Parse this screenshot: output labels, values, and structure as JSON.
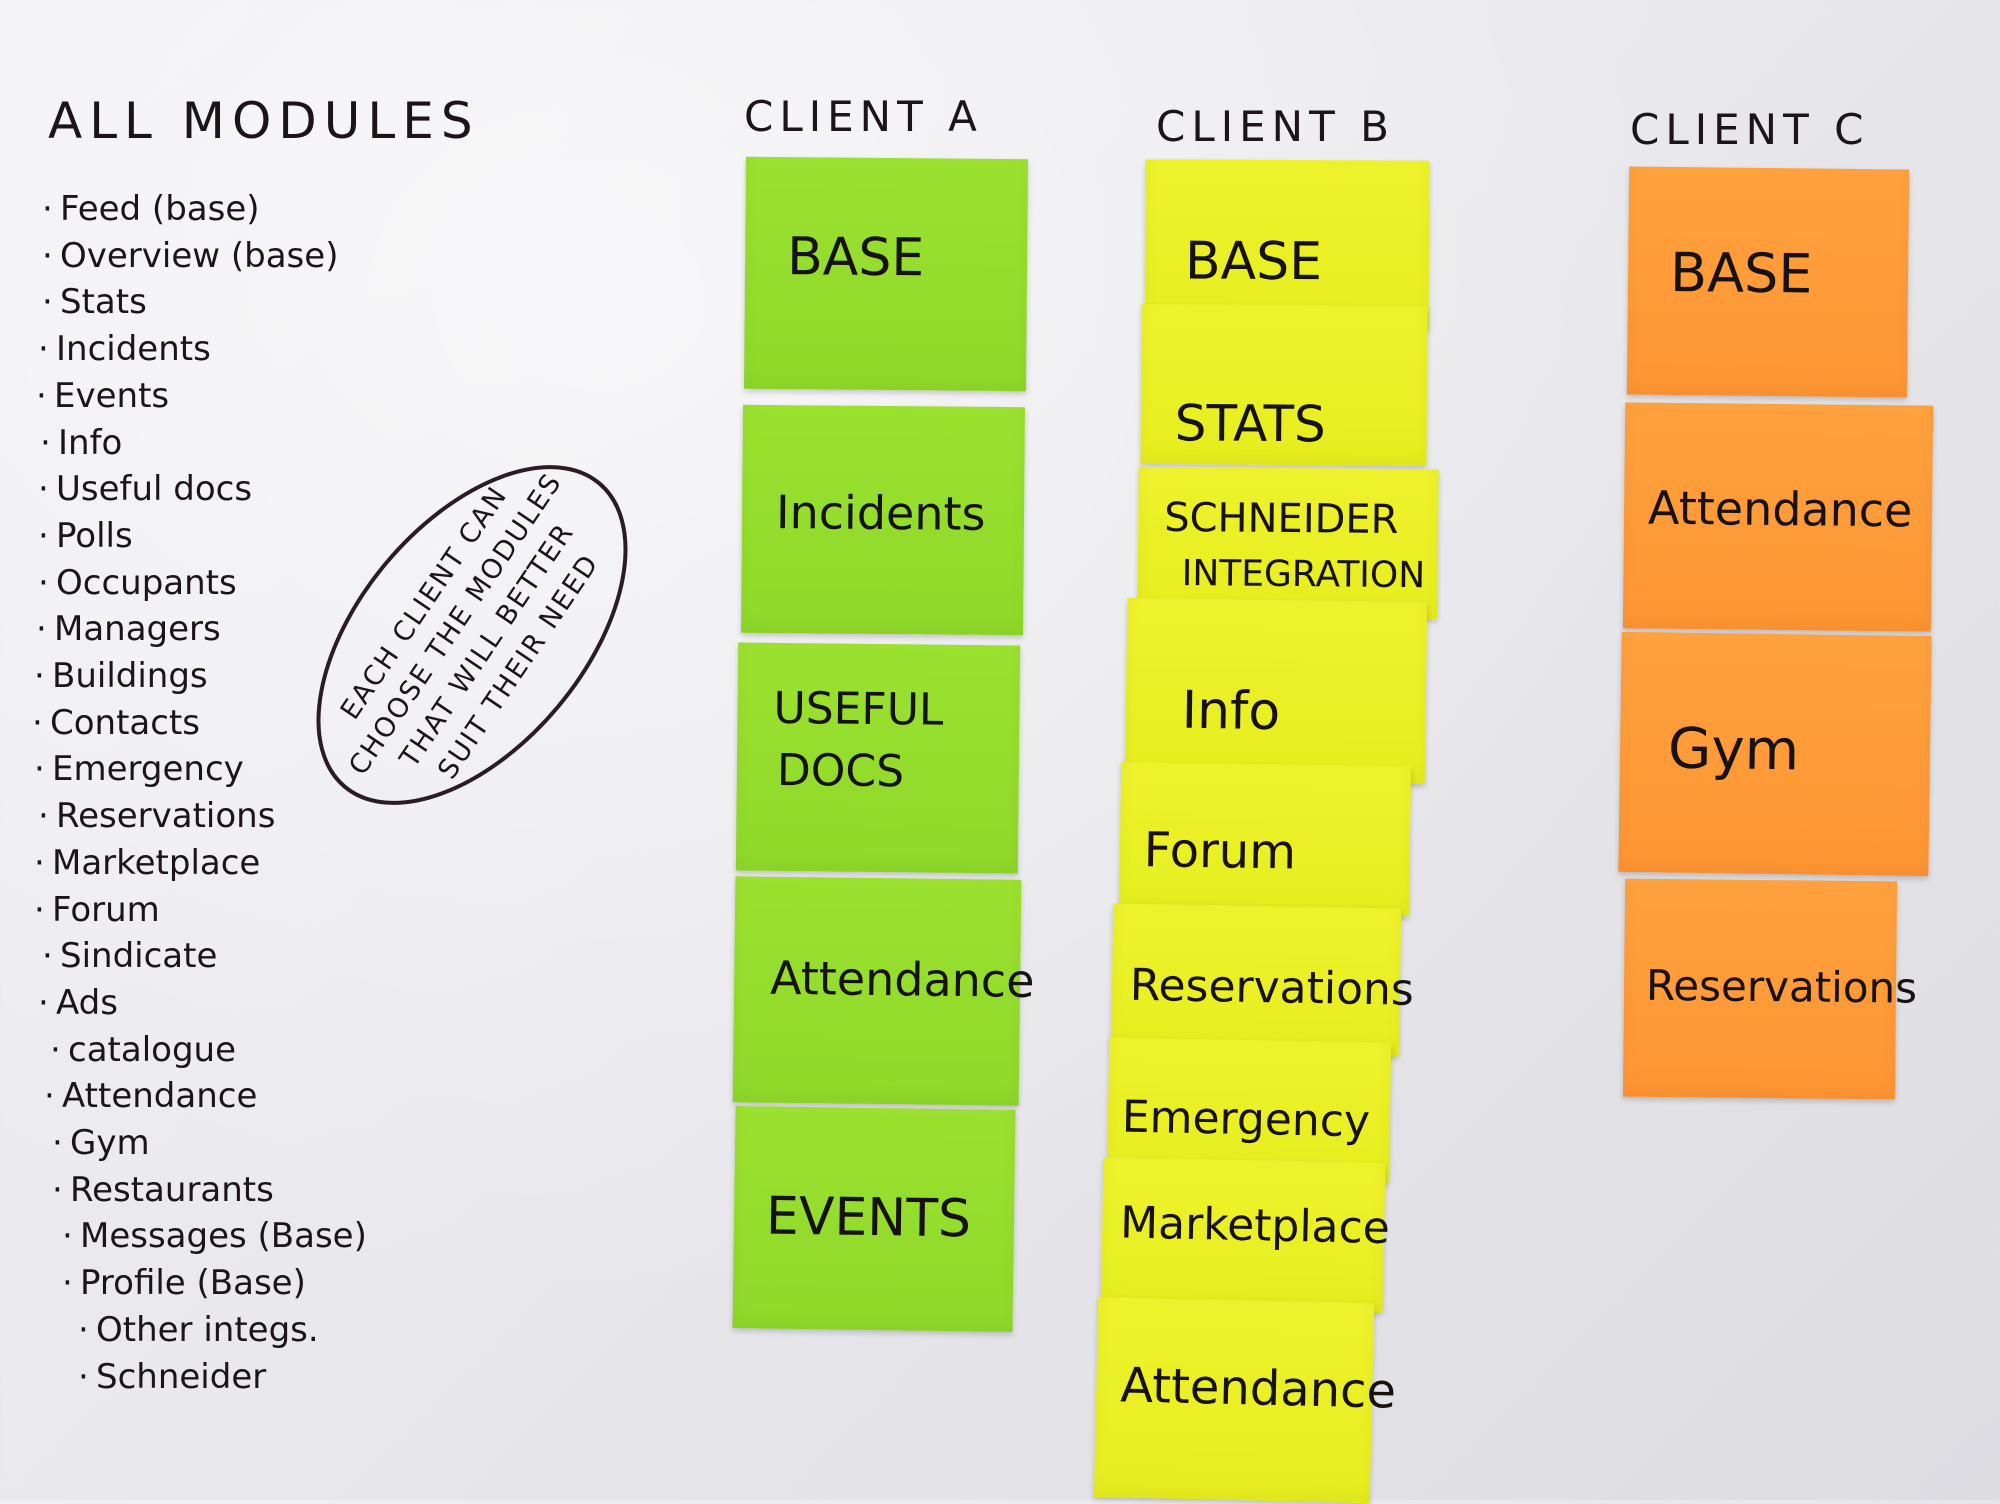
{
  "headings": {
    "all_modules": "ALL MODULES",
    "client_a": "CLIENT A",
    "client_b": "CLIENT B",
    "client_c": "CLIENT C"
  },
  "all_modules": [
    "Feed (base)",
    "Overview (base)",
    "Stats",
    "Incidents",
    "Events",
    "Info",
    "Useful docs",
    "Polls",
    "Occupants",
    "Managers",
    "Buildings",
    "Contacts",
    "Emergency",
    "Reservations",
    "Marketplace",
    "Forum",
    "Sindicate",
    "Ads",
    "catalogue",
    "Attendance",
    "Gym",
    "Restaurants",
    "Messages (Base)",
    "Profile (Base)",
    "Other integs.",
    "Schneider"
  ],
  "oval_note": [
    "EACH CLIENT CAN",
    "CHOOSE THE MODULES",
    "THAT WILL BETTER",
    "SUIT THEIR NEED"
  ],
  "client_a_notes": [
    "BASE",
    "Incidents",
    "USEFUL",
    "DOCS",
    "Attendance",
    "EVENTS"
  ],
  "client_b_notes": [
    "BASE",
    "STATS",
    "SCHNEIDER",
    "INTEGRATION",
    "Info",
    "Forum",
    "Reservations",
    "Emergency",
    "Marketplace",
    "Attendance"
  ],
  "client_c_notes": [
    "BASE",
    "Attendance",
    "Gym",
    "Reservations"
  ],
  "colors": {
    "client_a_note": "#94dc2c",
    "client_b_note": "#eaf025",
    "client_c_note": "#ff9a38",
    "ink": "#1c1518",
    "board": "#ececf0"
  }
}
